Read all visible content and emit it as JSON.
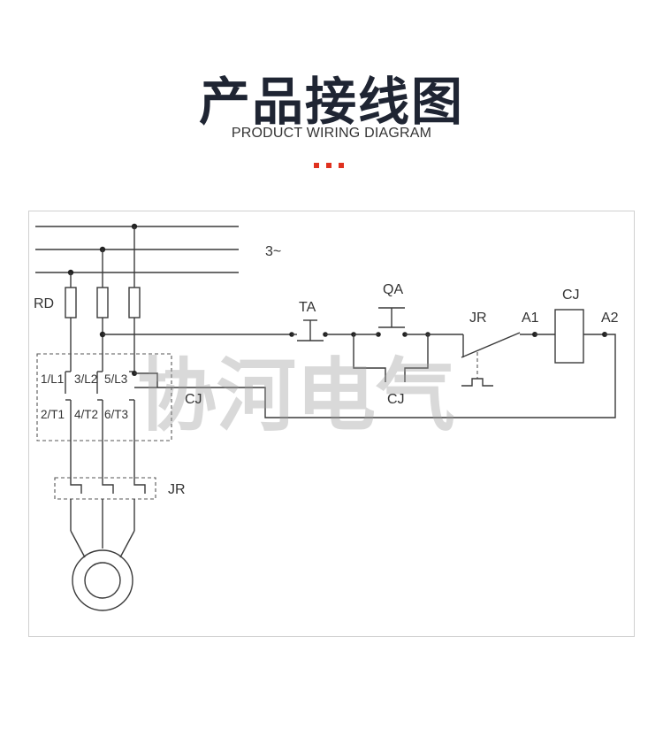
{
  "header": {
    "title": "产品接线图",
    "subtitle": "PRODUCT WIRING DIAGRAM"
  },
  "accent_color": "#e0311f",
  "diagram": {
    "labels": {
      "phase": "3~",
      "fuse": "RD",
      "stop_button": "TA",
      "start_button": "QA",
      "relay": "JR",
      "coil_terminal_a1": "A1",
      "coil_terminal_a2": "A2",
      "contactor_coil": "CJ",
      "contactor_main": "CJ",
      "contactor_aux": "CJ",
      "thermal_relay": "JR",
      "terminal_l1": "1/L1",
      "terminal_l2": "3/L2",
      "terminal_l3": "5/L3",
      "terminal_t1": "2/T1",
      "terminal_t2": "4/T2",
      "terminal_t3": "6/T3"
    },
    "watermark": "协河电气"
  }
}
